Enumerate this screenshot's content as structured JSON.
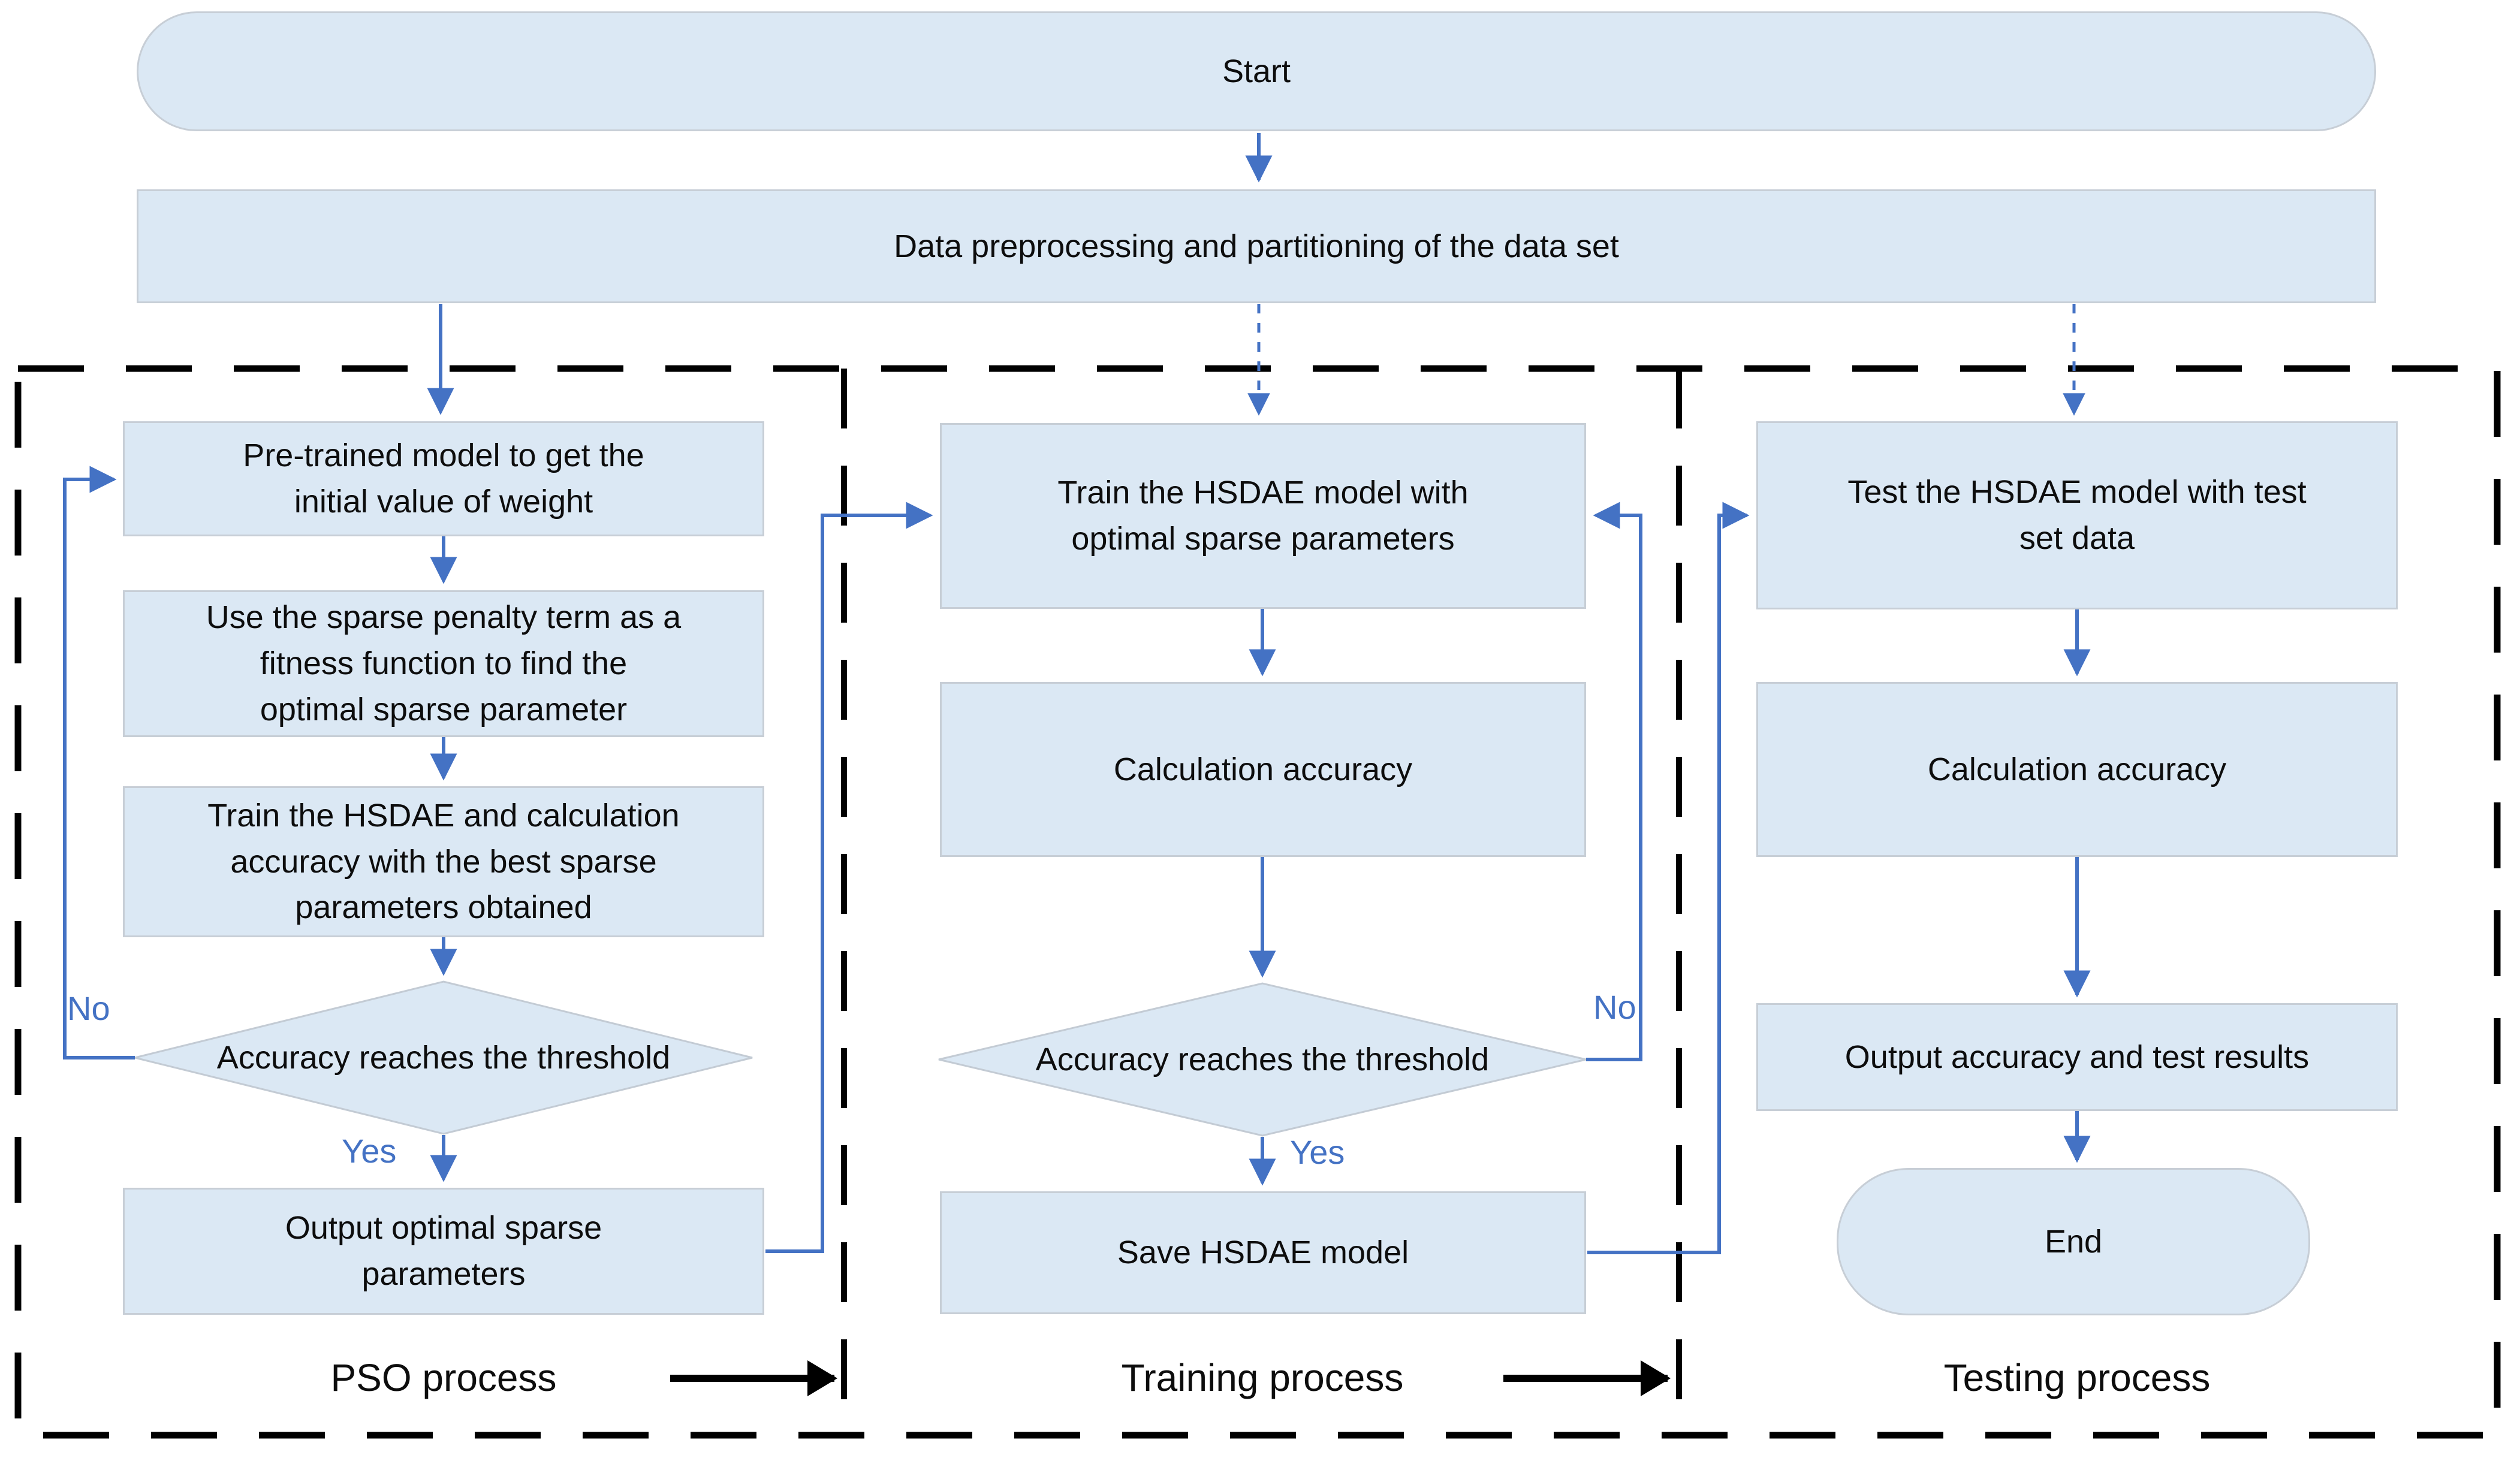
{
  "colors": {
    "box_fill": "#dbe8f4",
    "box_border": "#c7ced6",
    "connector": "#4472c4",
    "frame": "#000000",
    "text": "#0d0d0d"
  },
  "top": {
    "start": "Start",
    "preprocess": "Data preprocessing and partitioning of the data set"
  },
  "pso": {
    "label": "PSO process",
    "pretrain": "Pre-trained model to get the\ninitial value of weight",
    "fitness": "Use the sparse penalty term as a\nfitness function to find the\noptimal sparse parameter",
    "train": "Train the HSDAE and calculation\naccuracy with the best sparse\nparameters obtained",
    "decision": "Accuracy reaches the threshold",
    "no": "No",
    "yes": "Yes",
    "output": "Output optimal sparse\nparameters"
  },
  "training": {
    "label": "Training process",
    "train": "Train the HSDAE model with\noptimal sparse parameters",
    "calc": "Calculation accuracy",
    "decision": "Accuracy reaches the threshold",
    "no": "No",
    "yes": "Yes",
    "save": "Save HSDAE model"
  },
  "testing": {
    "label": "Testing process",
    "test": "Test the HSDAE model with test\nset data",
    "calc": "Calculation accuracy",
    "output": "Output accuracy and test results",
    "end": "End"
  }
}
